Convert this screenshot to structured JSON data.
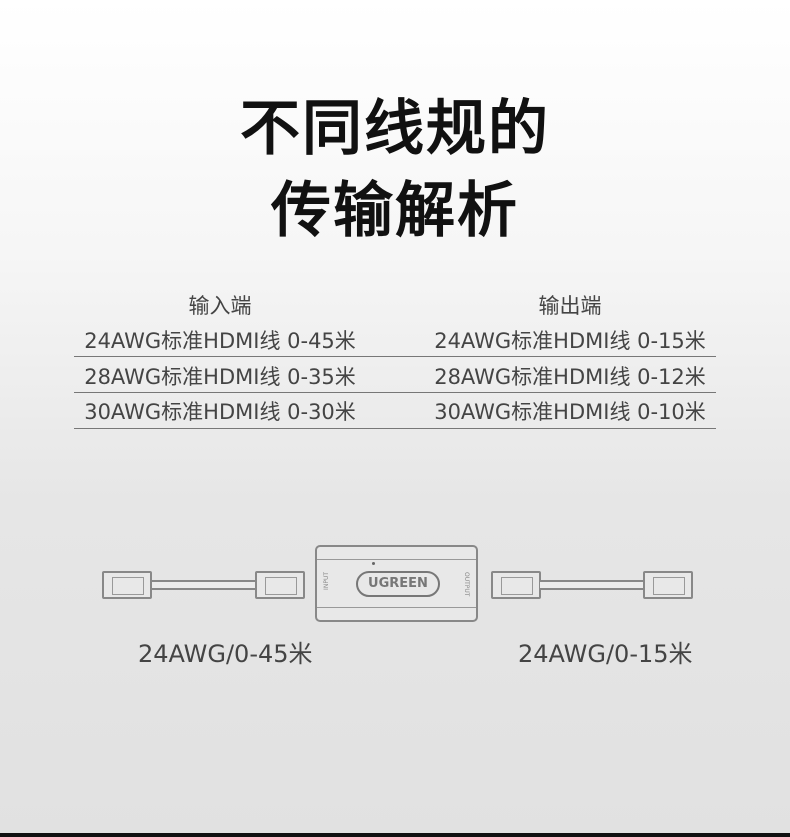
{
  "title": {
    "line1": "不同线规的",
    "line2": "传输解析"
  },
  "table": {
    "headers": [
      "输入端",
      "输出端"
    ],
    "rows": [
      [
        "24AWG标准HDMI线  0-45米",
        "24AWG标准HDMI线  0-15米"
      ],
      [
        "28AWG标准HDMI线  0-35米",
        "28AWG标准HDMI线  0-12米"
      ],
      [
        "30AWG标准HDMI线  0-30米",
        "30AWG标准HDMI线  0-10米"
      ]
    ]
  },
  "device": {
    "brand": "UGREEN",
    "input_label": "INPUT",
    "output_label": "OUTPUT"
  },
  "labels": {
    "left": "24AWG/0-45米",
    "right": "24AWG/0-15米"
  }
}
